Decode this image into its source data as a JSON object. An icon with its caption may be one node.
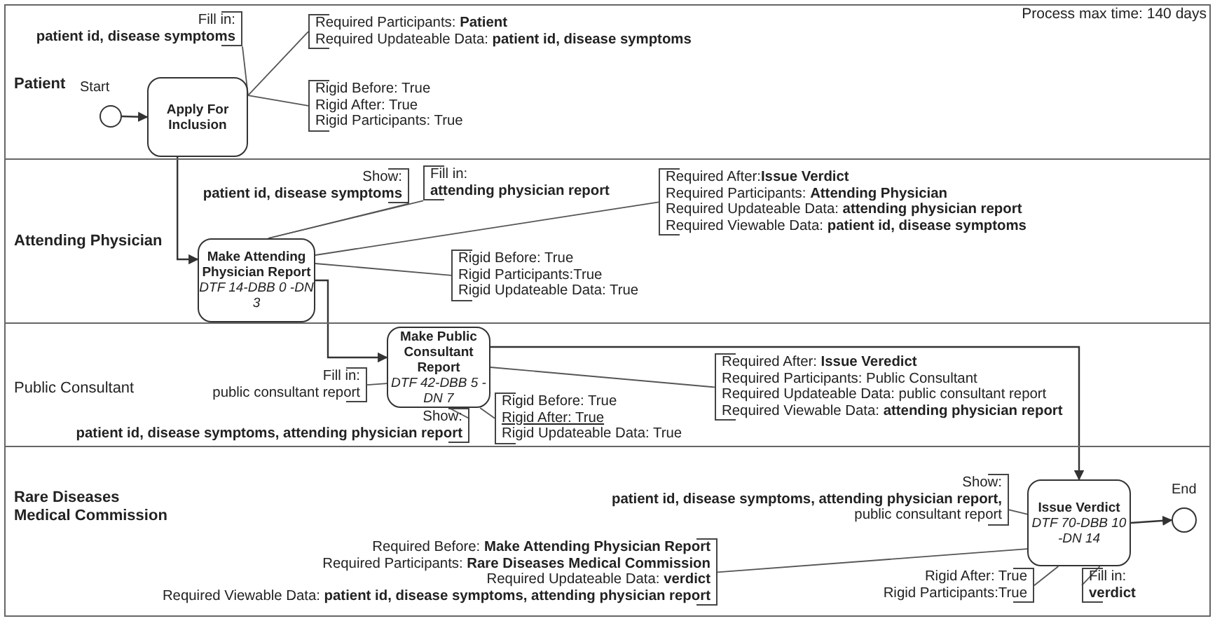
{
  "diagram": {
    "nodes": [
      {
        "text": [
          "Patient"
        ]
      },
      {
        "text": [],
        "shape": "circle",
        "beside": [
          "Start"
        ],
        "in": 0
      },
      {
        "text": [
          "Apply For Inclusion"
        ],
        "in": 0
      },
      {
        "text": [
          "Fill in:",
          "patient id, disease symptoms"
        ],
        "in": 0
      },
      {
        "text": [
          "Required Participants: **Patient**",
          "Required Updateable Data: **patient id, disease symptoms**"
        ],
        "in": 0
      },
      {
        "text": [
          "Rigid Before: True",
          "Rigid After: True",
          "Rigid Participants: True"
        ],
        "in": 0
      },
      {
        "text": [
          "Attending Physician"
        ]
      },
      {
        "text": [
          "Make Attending Physician Report",
          "DTF 14-DBB 0 -DN 3"
        ],
        "in": 6
      },
      {
        "text": [
          "Show:",
          "patient id, disease symptoms"
        ],
        "in": 6
      },
      {
        "text": [
          "Fill in:",
          "attending physician report"
        ],
        "in": 6
      },
      {
        "text": [
          "Required After:**Issue Verdict**",
          "Required Participants: **Attending Physician**",
          "Required Updateable Data: **attending physician report**",
          "Required Viewable Data: **patient id, disease symptoms**"
        ],
        "in": 6
      },
      {
        "text": [
          "Rigid Before: True",
          "Rigid Participants:True",
          "Rigid Updateable Data: True"
        ],
        "in": 6
      },
      {
        "text": [
          "Public Consultant"
        ]
      },
      {
        "text": [
          "Make Public Consultant Report",
          "DTF 42-DBB 5 -DN 7"
        ],
        "in": 12
      },
      {
        "text": [
          "Fill in:",
          "public consultant report"
        ],
        "in": 12
      },
      {
        "text": [
          "Show:",
          "patient id, disease symptoms, attending physician report"
        ],
        "in": 12
      },
      {
        "text": [
          "Rigid Before: True",
          "Rigid After: True",
          "Rigid Updateable Data: True"
        ],
        "in": 12
      },
      {
        "text": [
          "Required After: **Issue Veredict**",
          "Required Participants: Public Consultant",
          "Required Updateable Data: public consultant report",
          "Required Viewable Data: **attending physician report**"
        ],
        "in": 12
      },
      {
        "text": [
          "Rare Diseases Medical Commission"
        ]
      },
      {
        "text": [
          "Issue Verdict",
          "DTF 70-DBB 10 -DN 14"
        ],
        "in": 18
      },
      {
        "text": [
          "Show:",
          "patient id, disease symptoms, attending physician report,",
          "public consultant report"
        ],
        "in": 18
      },
      {
        "text": [
          "Required Before: **Make Attending Physician Report**",
          "Required Participants: **Rare Diseases Medical Commission**",
          "Required Updateable Data: **verdict**",
          "Required Viewable Data: **patient id, disease symptoms, attending physician report**"
        ],
        "in": 18
      },
      {
        "text": [
          "Rigid After: True",
          "Rigid Participants:True"
        ],
        "in": 18
      },
      {
        "text": [
          "Fill in:",
          "verdict"
        ],
        "in": 18
      },
      {
        "text": [],
        "shape": "circle",
        "beside": [
          "End"
        ],
        "in": 18
      }
    ],
    "edges": [
      {
        "from": 1,
        "to": 2,
        "arrow": "to"
      },
      {
        "from": 2,
        "to": 7,
        "arrow": "to"
      },
      {
        "from": 7,
        "to": 13,
        "arrow": "to"
      },
      {
        "from": 13,
        "to": 19,
        "arrow": "to"
      },
      {
        "from": 19,
        "to": 24,
        "arrow": "to"
      },
      {
        "from": 3,
        "to": 2,
        "arrow": "none"
      },
      {
        "from": 4,
        "to": 2,
        "arrow": "none"
      },
      {
        "from": 5,
        "to": 2,
        "arrow": "none"
      },
      {
        "from": 8,
        "to": 7,
        "arrow": "none"
      },
      {
        "from": 9,
        "to": 7,
        "arrow": "none"
      },
      {
        "from": 10,
        "to": 7,
        "arrow": "none"
      },
      {
        "from": 11,
        "to": 7,
        "arrow": "none"
      },
      {
        "from": 14,
        "to": 13,
        "arrow": "none"
      },
      {
        "from": 15,
        "to": 13,
        "arrow": "none"
      },
      {
        "from": 16,
        "to": 13,
        "arrow": "none"
      },
      {
        "from": 17,
        "to": 13,
        "arrow": "none"
      },
      {
        "from": 20,
        "to": 19,
        "arrow": "none"
      },
      {
        "from": 21,
        "to": 19,
        "arrow": "none"
      },
      {
        "from": 22,
        "to": 19,
        "arrow": "none"
      },
      {
        "from": 23,
        "to": 19,
        "arrow": "none"
      }
    ],
    "labels": [
      "Process max time: 140 days"
    ]
  }
}
